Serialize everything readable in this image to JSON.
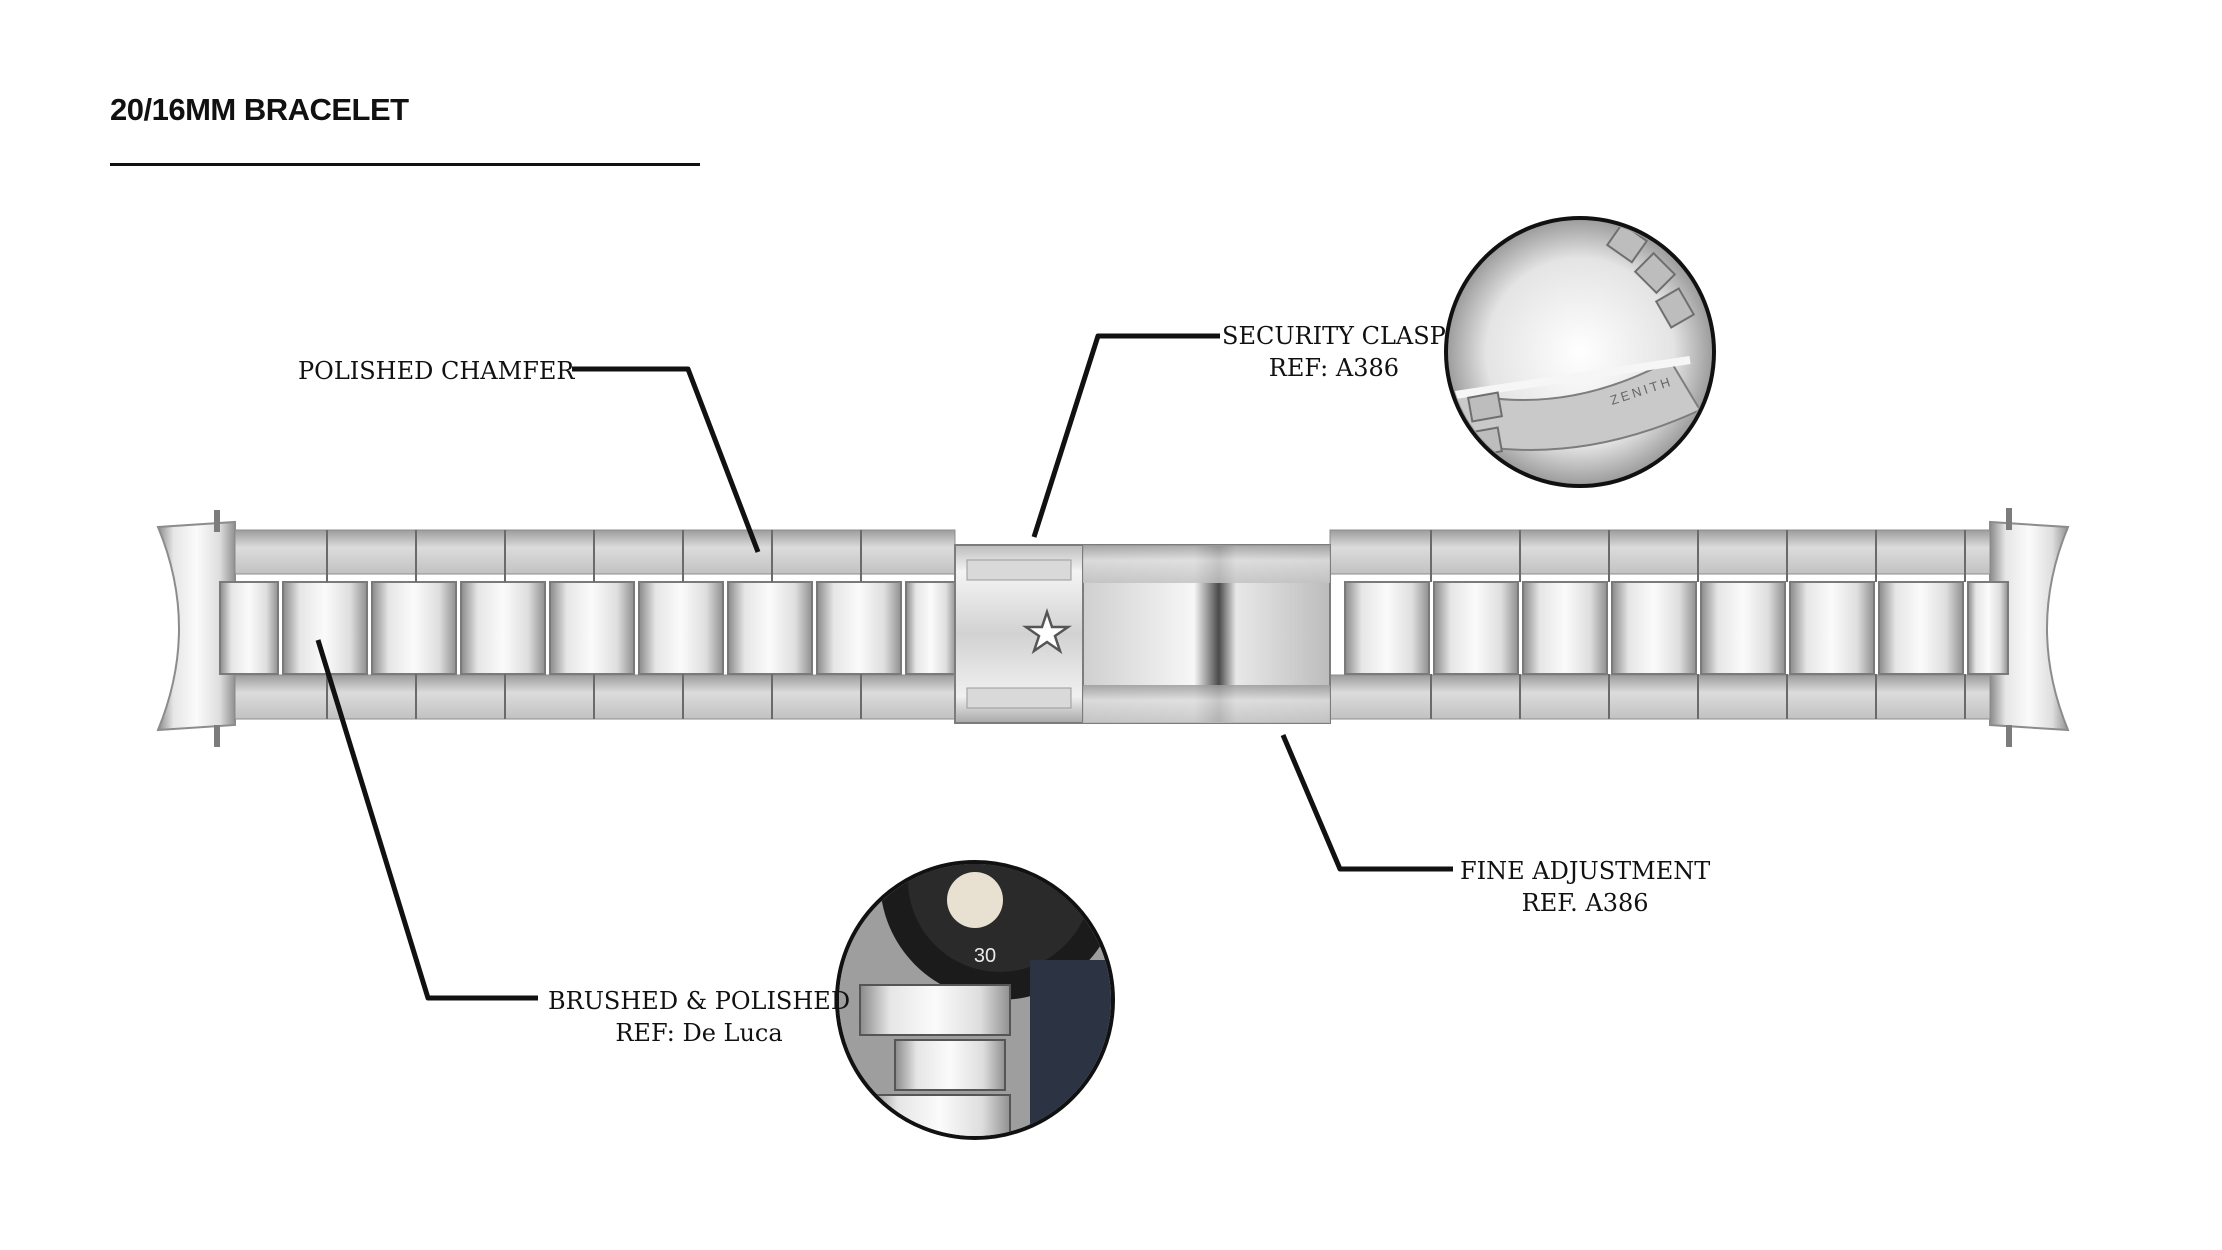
{
  "header": {
    "title": "20/16MM BRACELET"
  },
  "callouts": {
    "polished_chamfer": {
      "label": "POLISHED CHAMFER"
    },
    "security_clasp": {
      "label": "SECURITY CLASP",
      "ref": "REF: A386"
    },
    "fine_adjustment": {
      "label": "FINE ADJUSTMENT",
      "ref": "REF. A386"
    },
    "brushed_polished": {
      "label": "BRUSHED & POLISHED",
      "ref": "REF: De Luca"
    }
  },
  "images": {
    "clasp_engraving": "ZENITH",
    "bezel_numbers": [
      "30"
    ]
  },
  "icons": {
    "clasp_logo": "star-icon"
  },
  "colors": {
    "text": "#111111",
    "steel_light": "#f2f2f2",
    "steel_dark": "#6e6e6e",
    "leader": "#111111"
  }
}
